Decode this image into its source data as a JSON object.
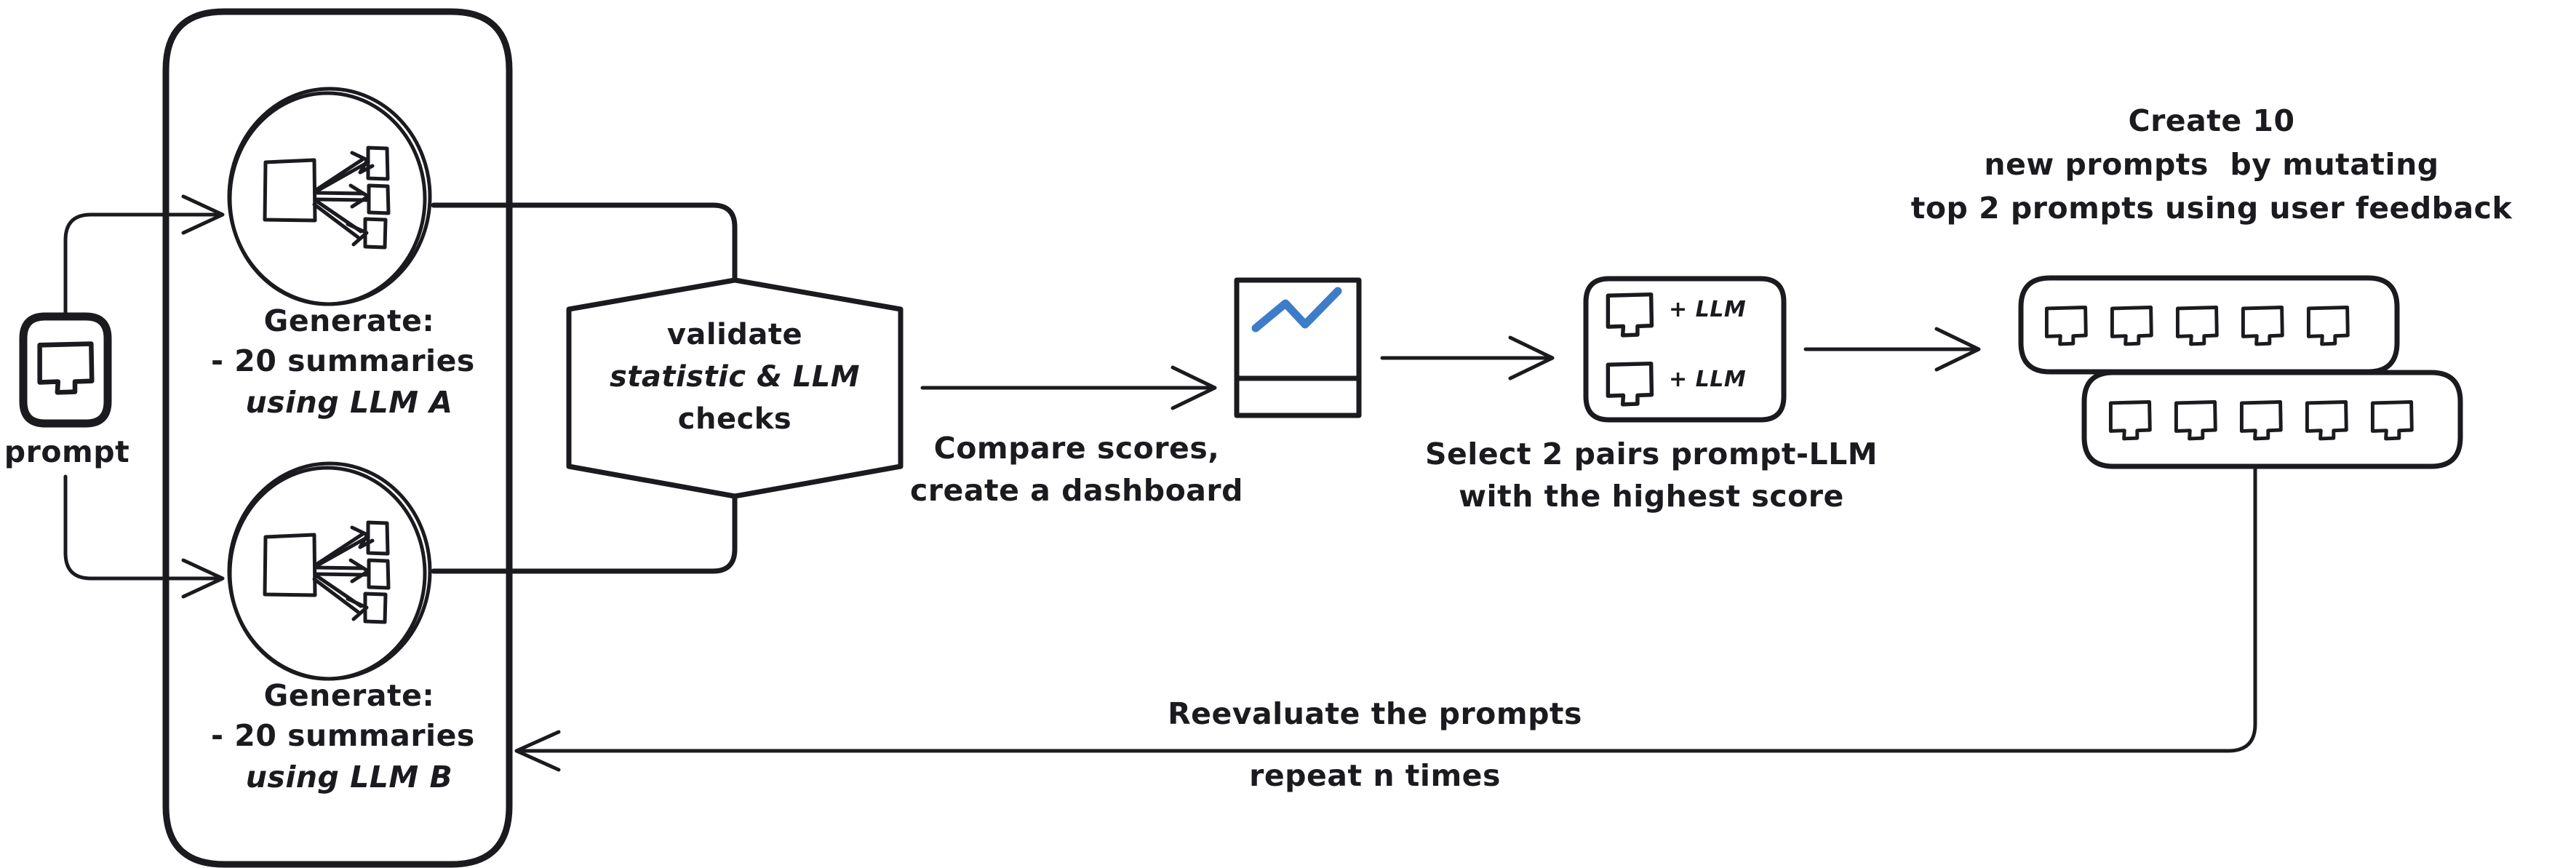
{
  "diagram": {
    "title": "Prompt optimization evaluation loop",
    "colors": {
      "ink": "#1b1b1f",
      "accent_blue": "#3d7cc9",
      "background": "#ffffff"
    },
    "nodes": {
      "prompt": {
        "label": "prompt",
        "icon": "prompt-screen-icon"
      },
      "generate_a": {
        "icon": "fan-out-icon",
        "caption_line1": "Generate:",
        "caption_line2": "- 20 summaries",
        "caption_line3": "using LLM A",
        "model": "LLM A"
      },
      "generate_b": {
        "icon": "fan-out-icon",
        "caption_line1": "Generate:",
        "caption_line2": "- 20 summaries",
        "caption_line3": "using LLM B",
        "model": "LLM B"
      },
      "validate": {
        "shape": "hexagon",
        "line1": "validate",
        "line2": "statistic & LLM",
        "line3": "checks"
      },
      "dashboard": {
        "icon": "line-chart-icon",
        "caption_line1": "Compare scores,",
        "caption_line2": "create a dashboard"
      },
      "select_pairs": {
        "item1_suffix": "+ LLM",
        "item2_suffix": "+ LLM",
        "caption_line1": "Select 2 pairs prompt-LLM",
        "caption_line2": "with the highest score"
      },
      "new_prompts": {
        "caption_line1": "Create 10",
        "caption_line2": "new prompts  by mutating",
        "caption_line3": "top 2 prompts using user feedback",
        "row1_count": 5,
        "row2_count": 5,
        "total_count": 10
      },
      "feedback_loop": {
        "label_line1": "Reevaluate the prompts",
        "label_line2": "repeat n times"
      }
    }
  }
}
